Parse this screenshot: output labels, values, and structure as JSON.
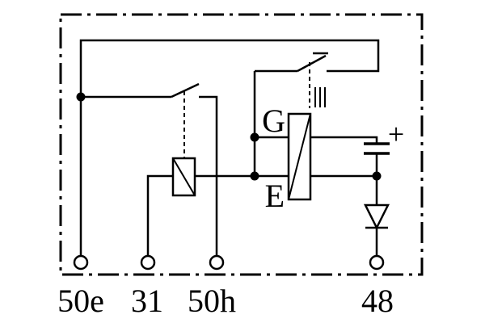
{
  "diagram": {
    "type": "circuit-schematic",
    "description": "Relay / control-unit wiring schematic with dash-dot enclosure boundary",
    "colors": {
      "line": "#000000",
      "background": "#ffffff"
    },
    "terminals": [
      {
        "id": "50e",
        "label": "50e"
      },
      {
        "id": "31",
        "label": "31"
      },
      {
        "id": "50h",
        "label": "50h"
      },
      {
        "id": "48",
        "label": "48"
      }
    ],
    "labels": {
      "gate": "G",
      "emitter": "E",
      "capacitor_polarity": "+"
    },
    "components": [
      "enclosure-border",
      "upper-switch-contact",
      "lower-switch-contact",
      "relay-coil",
      "transistor-block",
      "electrolytic-capacitor",
      "diode",
      "thermal-actuator-bars"
    ]
  }
}
